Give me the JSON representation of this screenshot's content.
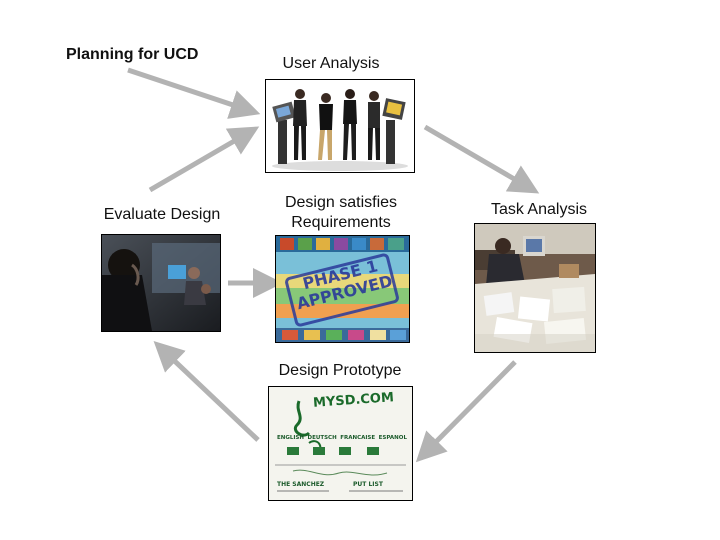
{
  "title": "Planning for UCD",
  "stages": {
    "user_analysis": "User Analysis",
    "task_analysis": "Task Analysis",
    "design_prototype": "Design Prototype",
    "evaluate_design": "Evaluate Design",
    "requirements_line1": "Design satisfies",
    "requirements_line2": "Requirements"
  },
  "stamp": {
    "line1": "PHASE 1",
    "line2": "APPROVED"
  },
  "sketch": {
    "heading": "MYSD.COM",
    "lang_1": "ENGLISH",
    "lang_2": "DEUTSCH",
    "lang_3": "FRANCAISE",
    "lang_4": "ESPANOL",
    "footer_left": "THE SANCHEZ",
    "footer_right": "PUT LIST"
  },
  "colors": {
    "arrow": "#b3b3b3",
    "stamp": "#2a3a9a",
    "border": "#000000"
  },
  "icons": [
    "user-analysis-photo",
    "task-analysis-photo",
    "design-prototype-sketch",
    "evaluate-design-photo",
    "requirements-stamp-image"
  ]
}
